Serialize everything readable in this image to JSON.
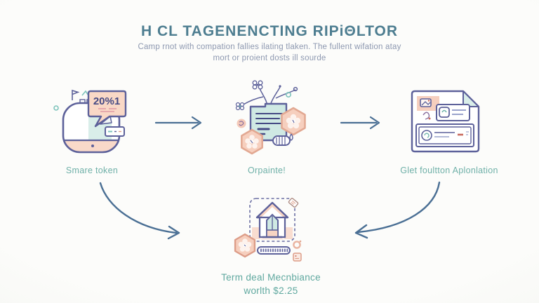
{
  "header": {
    "title": "H CL TAGENENCTING RIPiΘLTOR",
    "subtitle_line1": "Camp rnot with compation fallies ilating tlaken. The fullent wifation atay",
    "subtitle_line2": "mort or proient dosts ill sourde"
  },
  "steps": [
    {
      "label": "Smare token",
      "icon": "monitor-chat-icon",
      "bubble_text": "20%1"
    },
    {
      "label": "Orpainte!",
      "icon": "document-branches-icon"
    },
    {
      "label": "Glet foultton Aplonlation",
      "icon": "form-page-icon"
    }
  ],
  "result": {
    "icon": "house-progress-icon",
    "label_line1": "Term deal Mecnbiance",
    "label_line2": "worlth $2.25"
  },
  "colors": {
    "title": "#4d7d90",
    "subtitle": "#8d98b0",
    "label_teal": "#6fb0a8",
    "outline_purple": "#5d619a",
    "peach": "#f7d4c3",
    "mint": "#cfe9e3",
    "arrow": "#4a6f94"
  }
}
